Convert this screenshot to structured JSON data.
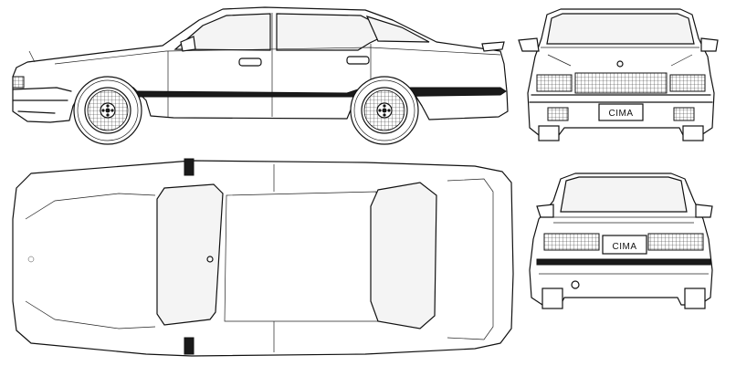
{
  "views": {
    "side": {
      "name": "side-view"
    },
    "front": {
      "name": "front-view",
      "badge_text": "CIMA"
    },
    "top": {
      "name": "top-view"
    },
    "rear": {
      "name": "rear-view",
      "badge_text": "CIMA"
    }
  },
  "colors": {
    "line": "#111111",
    "background": "#ffffff",
    "trim": "#1a1a1a"
  }
}
